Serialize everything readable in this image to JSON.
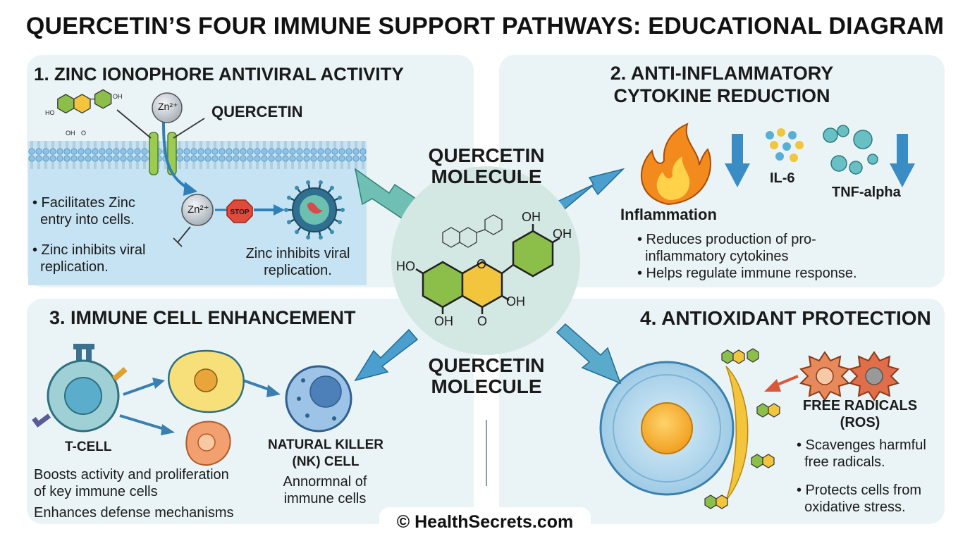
{
  "title": "QUERCETIN’S FOUR IMMUNE SUPPORT PATHWAYS: EDUCATIONAL DIAGRAM",
  "center": {
    "label_top": "QUERCETIN\nMOLECULE",
    "label_bottom": "QUERCETIN\nMOLECULE",
    "atoms": {
      "ho": "HO",
      "oh_top": "OH",
      "oh_right": "OH",
      "oh_mid": "OH",
      "oh_bottom": "OH",
      "o_ring": "O",
      "o_carbonyl": "O"
    }
  },
  "panel1": {
    "title": "1. ZINC IONOPHORE ANTIVIRAL ACTIVITY",
    "quercetin_label": "QUERCETIN",
    "zinc_ion": "Zn²⁺",
    "stop_label": "STOP",
    "bullet1": "• Facilitates Zinc\n  entry into cells.",
    "bullet2": "• Zinc inhibits viral\n  replication.",
    "caption": "Zinc inhibits viral\nreplication.",
    "mini_atoms": {
      "ho": "HO",
      "oh1": "OH",
      "oh2": "OH",
      "o": "O"
    }
  },
  "panel2": {
    "title": "2. ANTI-INFLAMMATORY\nCYTOKINE REDUCTION",
    "inflammation_label": "Inflammation",
    "il6_label": "IL-6",
    "tnf_label": "TNF-alpha",
    "bullet1": "• Reduces production of pro-\n  inflammatory cytokines",
    "bullet2": "• Helps regulate immune response."
  },
  "panel3": {
    "title": "3. IMMUNE CELL ENHANCEMENT",
    "tcell_label": "T-CELL",
    "nk_label": "NATURAL KILLER\n(NK) CELL",
    "nk_sublabel": "Annormnal of\nimmune cells",
    "text1": "Boosts activity and proliferation\nof key immune cells",
    "text2": "Enhances defense mechanisms"
  },
  "panel4": {
    "title": "4. ANTIOXIDANT PROTECTION",
    "radicals_label": "FREE RADICALS\n(ROS)",
    "bullet1": "• Scavenges harmful\n  free radicals.",
    "bullet2": "• Protects cells from\n  oxidative stress."
  },
  "credit": "© HealthSecrets.com",
  "colors": {
    "panel_bg": "#eaf4f7",
    "membrane_blue": "#b7dcf0",
    "arrow_teal": "#5fb3a8",
    "arrow_blue": "#3a8cc4",
    "ring_green": "#8bbf4a",
    "ring_yellow": "#f2c53d",
    "flame_orange": "#f28a1e",
    "stop_red": "#e04a3a"
  }
}
